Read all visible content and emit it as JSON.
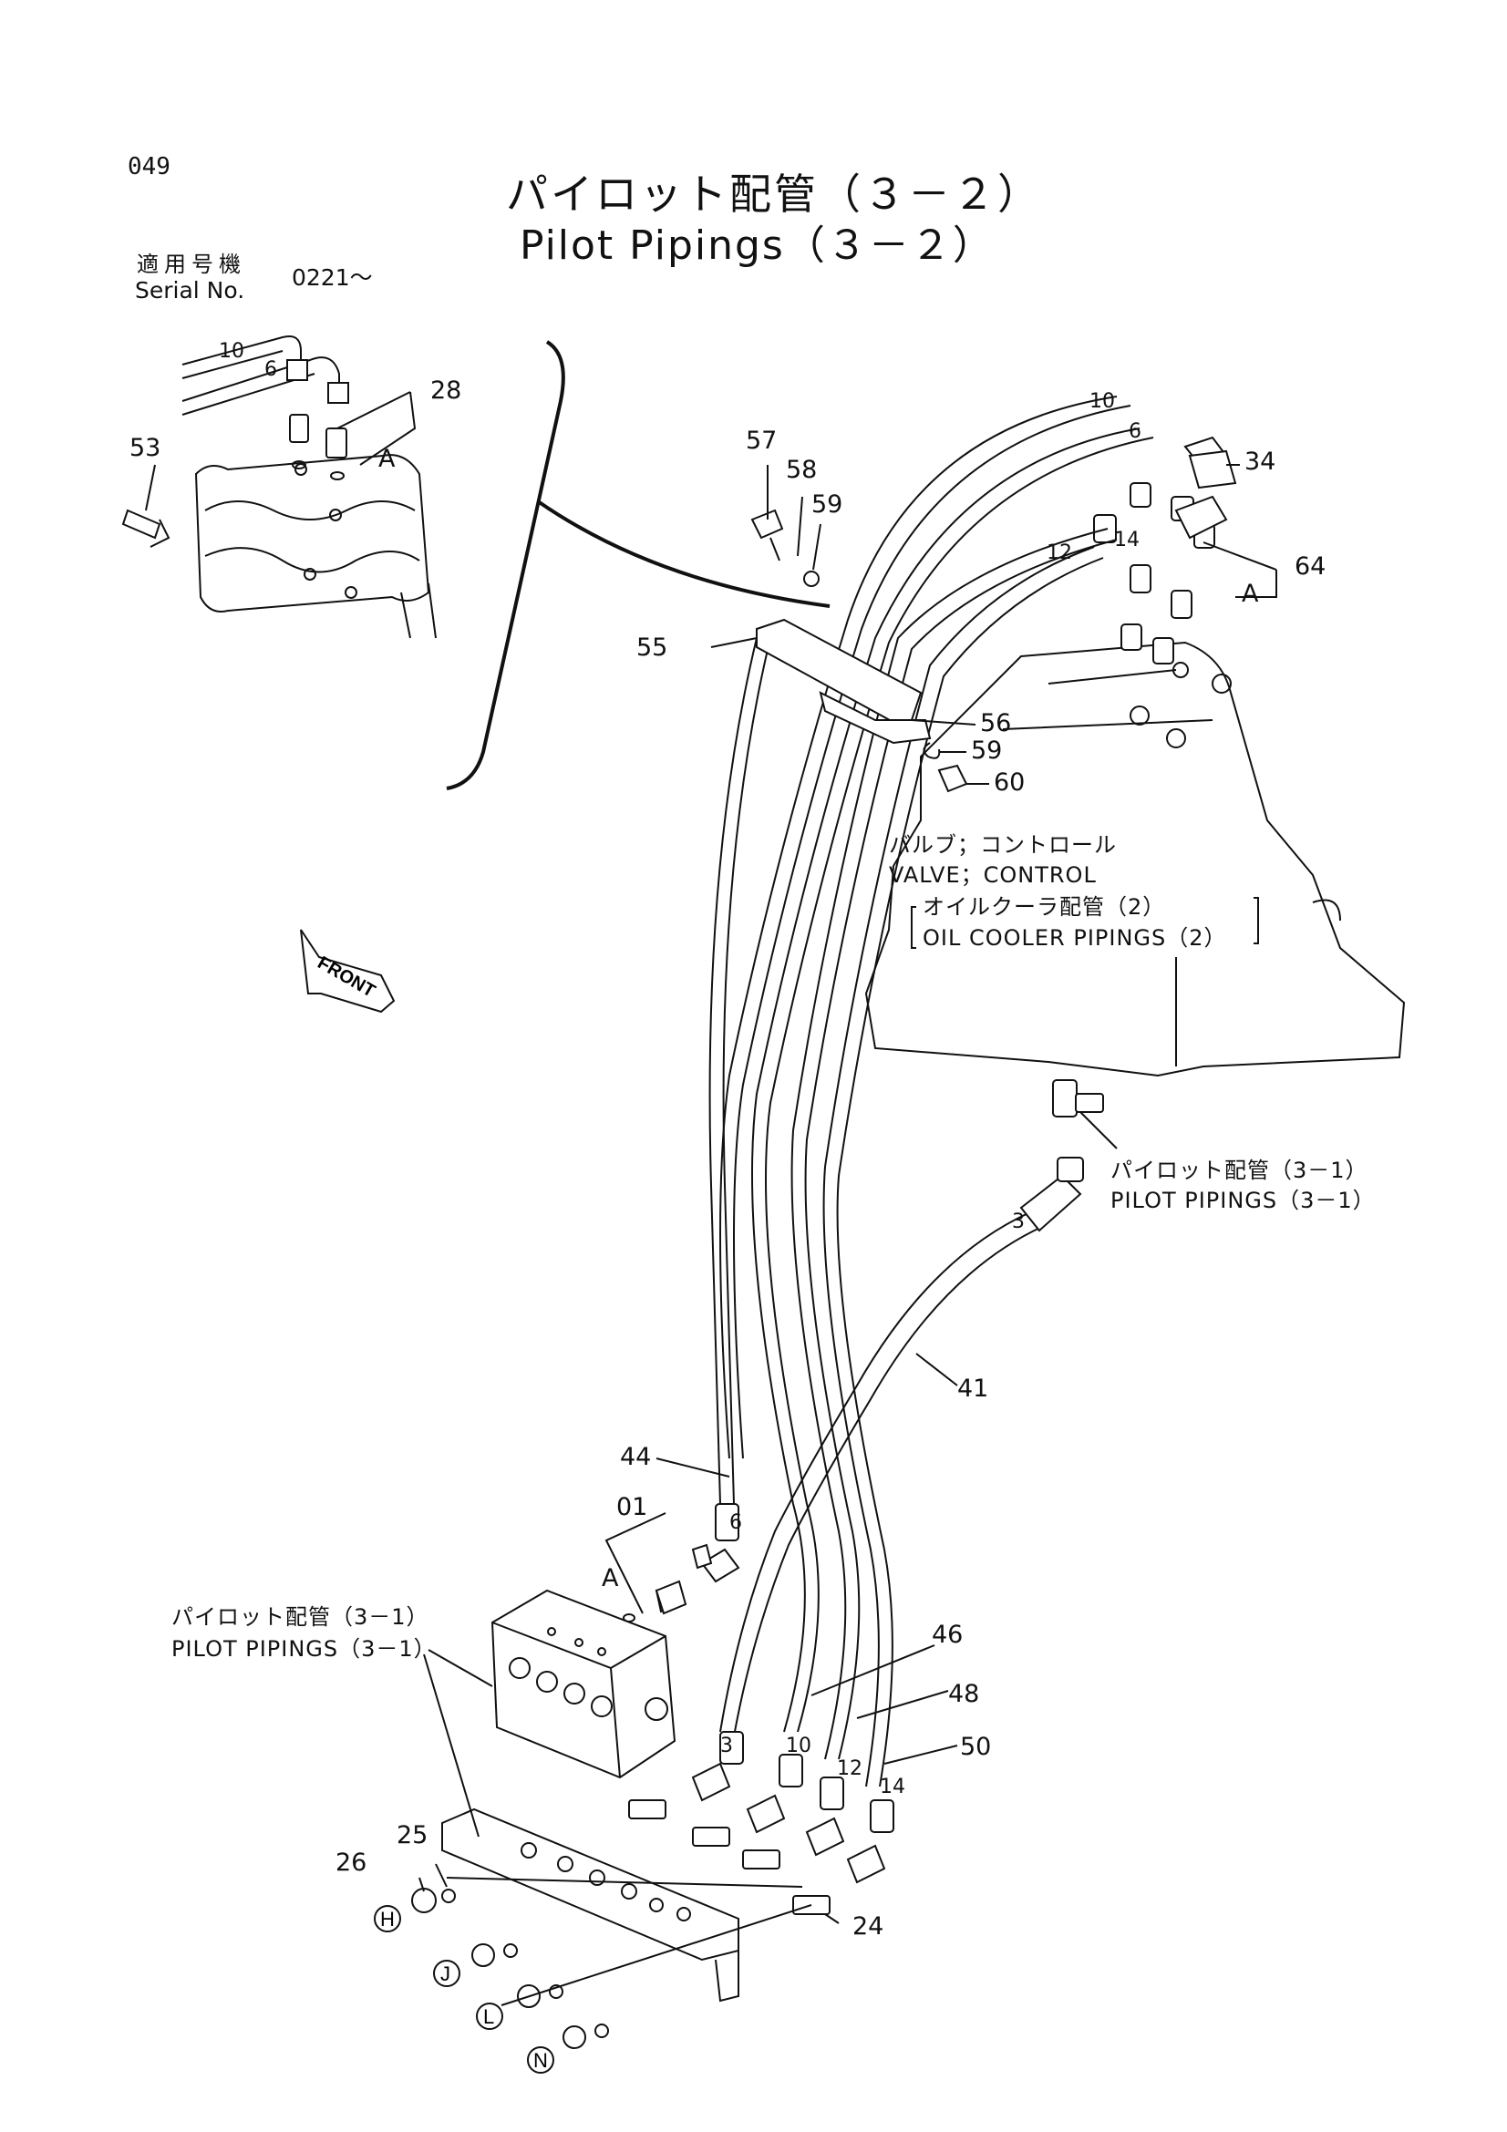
{
  "page_number": "049",
  "title_jp": "パイロット配管（３－２）",
  "title_en": "Pilot Pipings（３－２）",
  "serial": {
    "label_jp": "適用号機",
    "label_en": "Serial No.",
    "value": "0221～"
  },
  "callouts": {
    "c01": "01",
    "c03": "3",
    "c06": "6",
    "c06b": "6",
    "c10": "10",
    "c10b": "10",
    "c12": "12",
    "c12b": "12",
    "c14": "14",
    "c14b": "14",
    "c24": "24",
    "c25": "25",
    "c26": "26",
    "c28": "28",
    "c34": "34",
    "c41": "41",
    "c44": "44",
    "c46": "46",
    "c48": "48",
    "c50": "50",
    "c53": "53",
    "c55": "55",
    "c56": "56",
    "c57": "57",
    "c58": "58",
    "c59": "59",
    "c59b": "59",
    "c60": "60",
    "c64": "64",
    "a1": "A",
    "a2": "A",
    "a3": "A"
  },
  "notes": {
    "valve_jp": "バルブ；コントロール",
    "valve_en": "VALVE；CONTROL",
    "oilcooler_jp": "オイルクーラ配管（2）",
    "oilcooler_en": "OIL COOLER PIPINGS（2）",
    "pilot31_right_jp": "パイロット配管（3－1）",
    "pilot31_right_en": "PILOT PIPINGS（3－1）",
    "pilot31_left_jp": "パイロット配管（3－1）",
    "pilot31_left_en": "PILOT PIPINGS（3－1）"
  },
  "front_label": "FRONT",
  "circle_letters": [
    "H",
    "J",
    "L",
    "N"
  ]
}
